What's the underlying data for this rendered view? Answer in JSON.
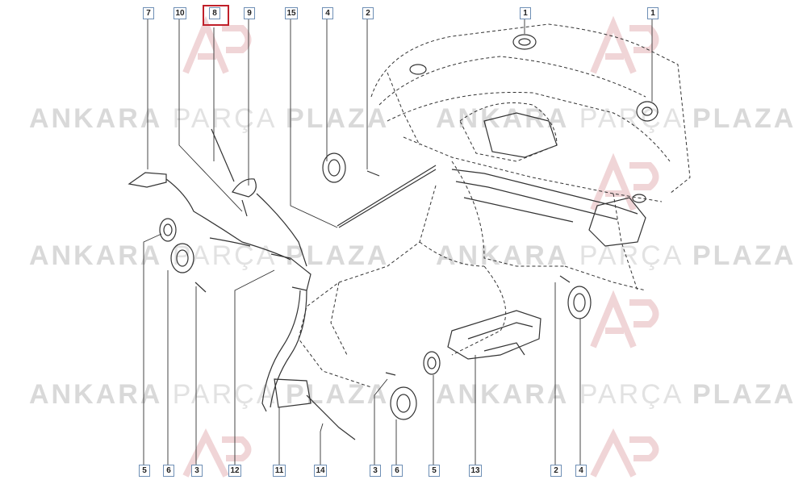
{
  "watermark": {
    "word1": "ANKARA",
    "word2": "PARÇA",
    "word3": "PLAZA"
  },
  "top_callouts": [
    "7",
    "10",
    "8",
    "9",
    "15",
    "4",
    "2",
    "1",
    "1"
  ],
  "bottom_callouts": [
    "5",
    "6",
    "3",
    "12",
    "11",
    "14",
    "3",
    "6",
    "5",
    "13",
    "2",
    "4"
  ],
  "highlighted_part": "8",
  "colors": {
    "callout_border": "#6e8fb5",
    "highlight": "#c0202a",
    "linework": "#333333",
    "watermark": "#d9d9d9"
  }
}
